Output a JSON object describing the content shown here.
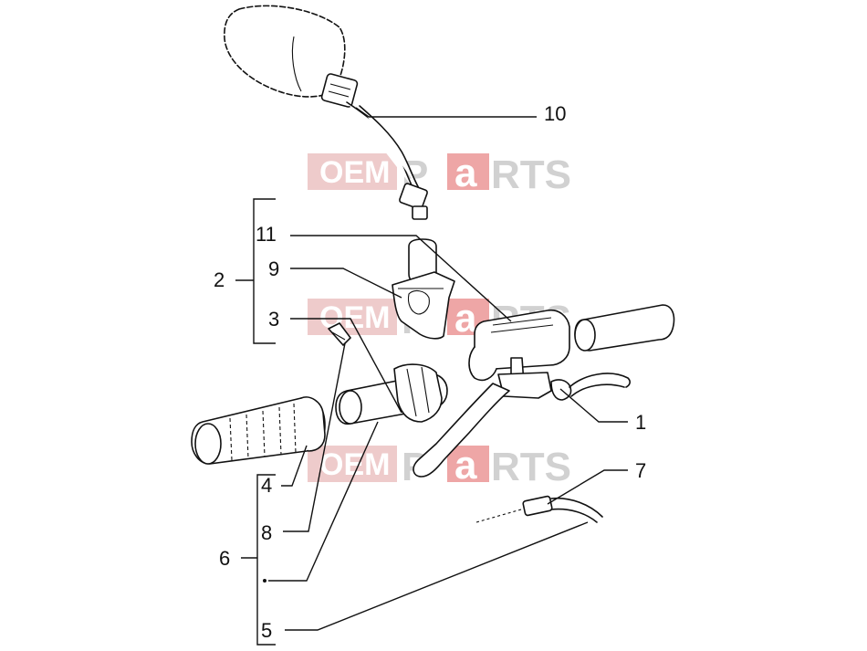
{
  "callouts": {
    "c1": "1",
    "c2": "2",
    "c3": "3",
    "c4": "4",
    "c5": "5",
    "c6": "6",
    "c7": "7",
    "c8": "8",
    "c9": "9",
    "c10": "10",
    "c11": "11"
  },
  "watermark": {
    "oem": "OEM",
    "p": "P",
    "a": "a",
    "rts": "RTS"
  },
  "colors": {
    "line": "#111111",
    "watermark_red": "#e26a6a",
    "watermark_gray": "#9a9a9a"
  }
}
